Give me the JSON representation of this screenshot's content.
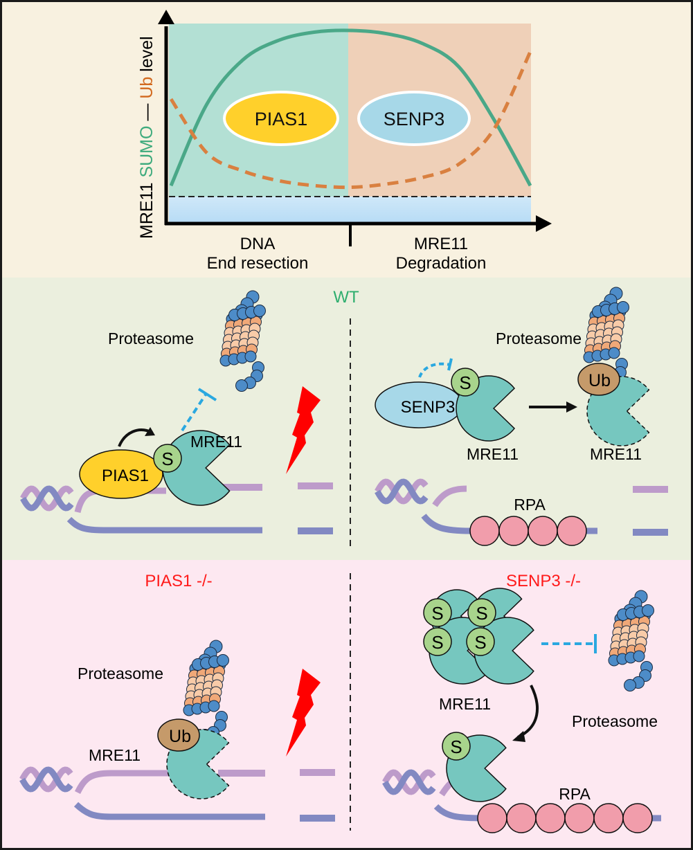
{
  "chart_data": {
    "type": "line",
    "title": "",
    "ylabel_parts": [
      {
        "text": "MRE11 ",
        "color": "#000000"
      },
      {
        "text": "SUMO",
        "color": "#3daa7c"
      },
      {
        "text": " — ",
        "color": "#000000"
      },
      {
        "text": "Ub",
        "color": "#d2691e"
      },
      {
        "text": " level",
        "color": "#000000"
      }
    ],
    "xlabel": "",
    "x_phases": [
      {
        "label_line1": "DNA",
        "label_line2": "End resection",
        "enzyme": "PIAS1",
        "enzyme_color": "#ffd02b",
        "band_color": "#b3e0d4"
      },
      {
        "label_line1": "MRE11",
        "label_line2": "Degradation",
        "enzyme": "SENP3",
        "enzyme_color": "#a7d8e8",
        "band_color": "#efd0b8"
      }
    ],
    "baseline_label": "",
    "series": [
      {
        "name": "SUMO",
        "style": "solid",
        "color": "#4aa888",
        "x": [
          0,
          0.1,
          0.2,
          0.3,
          0.4,
          0.5,
          0.6,
          0.7,
          0.8,
          0.9,
          1.0
        ],
        "values": [
          0.05,
          0.55,
          0.82,
          0.94,
          0.99,
          1.0,
          0.98,
          0.92,
          0.78,
          0.45,
          0.05
        ]
      },
      {
        "name": "Ub",
        "style": "dashed",
        "color": "#d98040",
        "x": [
          0,
          0.1,
          0.2,
          0.3,
          0.4,
          0.5,
          0.6,
          0.7,
          0.8,
          0.9,
          1.0
        ],
        "values": [
          0.58,
          0.25,
          0.14,
          0.08,
          0.05,
          0.04,
          0.06,
          0.1,
          0.18,
          0.4,
          0.87
        ]
      }
    ],
    "ylim": [
      0,
      1
    ],
    "xlim": [
      0,
      1
    ],
    "grid": false
  },
  "panels": {
    "wt": {
      "title": "WT",
      "title_color": "#2eae6e",
      "left": {
        "proteasome_label": "Proteasome",
        "enzyme_label": "PIAS1",
        "sumo_label": "S",
        "mre11_label": "MRE11"
      },
      "right": {
        "proteasome_label": "Proteasome",
        "enzyme_label": "SENP3",
        "sumo_label": "S",
        "ub_label": "Ub",
        "mre11_label_1": "MRE11",
        "mre11_label_2": "MRE11",
        "rpa_label": "RPA",
        "rpa_count": 4
      }
    },
    "pias1_ko": {
      "title": "PIAS1 -/-",
      "title_color": "#ff1a1a",
      "proteasome_label": "Proteasome",
      "ub_label": "Ub",
      "mre11_label": "MRE11"
    },
    "senp3_ko": {
      "title": "SENP3 -/-",
      "title_color": "#ff1a1a",
      "sumo_label": "S",
      "mre11_label": "MRE11",
      "proteasome_label": "Proteasome",
      "rpa_label": "RPA",
      "rpa_count": 6
    }
  },
  "colors": {
    "top_bg": "#f8f1e0",
    "mid_bg": "#ebefde",
    "bottom_bg": "#fde8f1",
    "mre11": "#76c7bf",
    "sumo": "#a8d48c",
    "ub": "#c59a6a",
    "pias1": "#ffd02b",
    "senp3": "#a7d8e8",
    "rpa": "#f19dab",
    "dna_top": "#bd9bca",
    "dna_bottom": "#8289c2",
    "inhibit": "#2aa8e0",
    "bolt": "#ff0000",
    "prot_blue": "#4d8cc8",
    "prot_orange": "#f0a878",
    "prot_peach": "#f8cba8"
  }
}
